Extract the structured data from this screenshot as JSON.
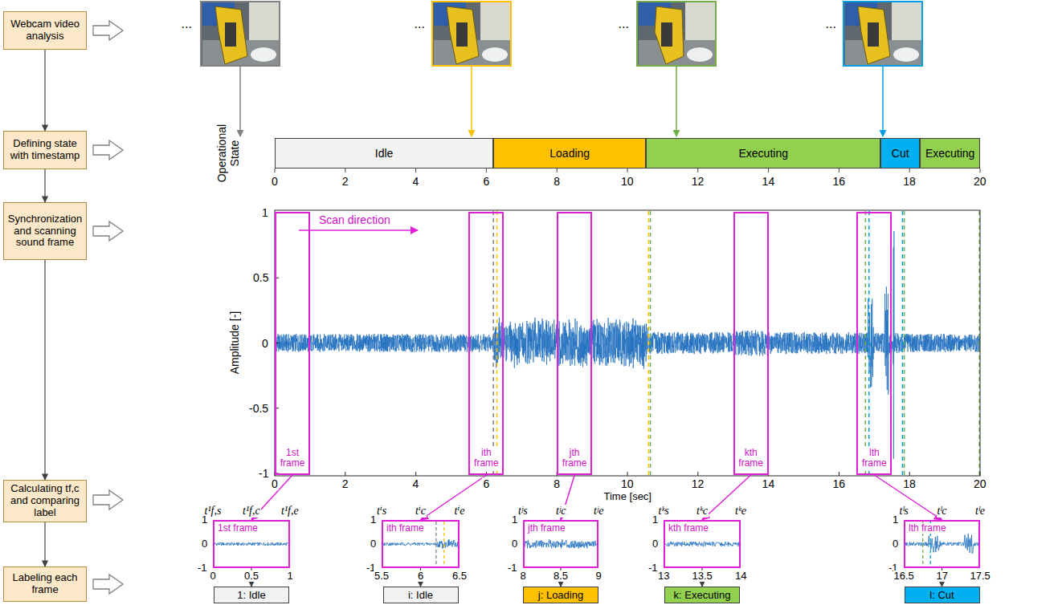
{
  "diagram": {
    "nodes": [
      {
        "text": [
          "Webcam video analysis"
        ]
      },
      {
        "text": [
          "Defining state with timestamp"
        ]
      },
      {
        "text": [
          "Synchronization and scanning sound frame"
        ]
      },
      {
        "text": [
          "Calculating tf,c and comparing label"
        ]
      },
      {
        "text": [
          "Labeling each frame"
        ]
      },
      {
        "text": [
          "Idle"
        ]
      },
      {
        "text": [
          "Loading"
        ]
      },
      {
        "text": [
          "Executing"
        ]
      },
      {
        "text": [
          "Cut"
        ]
      },
      {
        "text": [
          "Executing"
        ]
      },
      {
        "text": [
          "1st frame"
        ]
      },
      {
        "text": [
          "ith frame"
        ]
      },
      {
        "text": [
          "jth frame"
        ]
      },
      {
        "text": [
          "kth frame"
        ]
      },
      {
        "text": [
          "lth frame"
        ]
      },
      {
        "text": [
          "1st frame"
        ]
      },
      {
        "text": [
          "ith frame"
        ]
      },
      {
        "text": [
          "jth frame"
        ]
      },
      {
        "text": [
          "kth frame"
        ]
      },
      {
        "text": [
          "lth frame"
        ]
      },
      {
        "text": [
          "1: Idle"
        ]
      },
      {
        "text": [
          "i: Idle"
        ]
      },
      {
        "text": [
          "j: Loading"
        ]
      },
      {
        "text": [
          "k: Executing"
        ]
      },
      {
        "text": [
          "l: Cut"
        ]
      }
    ],
    "edges": [
      {
        "from": 0,
        "to": 1,
        "arrow": "to"
      },
      {
        "from": 1,
        "to": 2,
        "arrow": "to"
      },
      {
        "from": 2,
        "to": 3,
        "arrow": "to"
      },
      {
        "from": 3,
        "to": 4,
        "arrow": "to"
      },
      {
        "from": 10,
        "to": 15,
        "arrow": "to"
      },
      {
        "from": 11,
        "to": 16,
        "arrow": "to"
      },
      {
        "from": 12,
        "to": 17,
        "arrow": "to"
      },
      {
        "from": 13,
        "to": 18,
        "arrow": "to"
      },
      {
        "from": 14,
        "to": 19,
        "arrow": "to"
      },
      {
        "from": 15,
        "to": 20,
        "arrow": "to"
      },
      {
        "from": 16,
        "to": 21,
        "arrow": "to"
      },
      {
        "from": 17,
        "to": 22,
        "arrow": "to"
      },
      {
        "from": 18,
        "to": 23,
        "arrow": "to"
      },
      {
        "from": 19,
        "to": 24,
        "arrow": "to"
      }
    ],
    "labels": [
      "...",
      "...",
      "...",
      "...",
      "Operational State",
      "0",
      "2",
      "4",
      "6",
      "8",
      "10",
      "12",
      "14",
      "16",
      "18",
      "20",
      "Amplitude [-]",
      "1",
      "0.5",
      "0",
      "-0.5",
      "-1",
      "0",
      "2",
      "4",
      "6",
      "8",
      "10",
      "12",
      "14",
      "16",
      "18",
      "20",
      "Time [sec]",
      "Scan direction",
      "t¹f,s",
      "t¹f,c",
      "t¹f,e",
      "tⁱs",
      "tⁱc",
      "tⁱe",
      "tʲs",
      "tʲc",
      "tʲe",
      "tᵏs",
      "tᵏc",
      "tᵏe",
      "tˡs",
      "tˡc",
      "tˡe",
      "1",
      "0",
      "-1",
      "1",
      "0",
      "-1",
      "1",
      "0",
      "-1",
      "1",
      "0",
      "-1",
      "1",
      "0",
      "-1",
      "0",
      "0.5",
      "1",
      "5.5",
      "6",
      "6.5",
      "8",
      "8.5",
      "9",
      "13",
      "13.5",
      "14",
      "16.5",
      "17",
      "17.5"
    ]
  }
}
